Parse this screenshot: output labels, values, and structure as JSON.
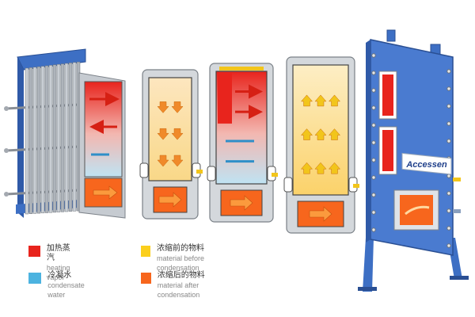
{
  "brand": {
    "logo_text": "Accessen"
  },
  "colors": {
    "heating_vapor": "#e8241d",
    "condensate_water": "#4cb3e0",
    "material_before": "#fbcf1d",
    "material_after": "#f7661d",
    "frame_blue": "#3d6fc4",
    "plate_gray": "#b9bec4"
  },
  "legend": {
    "items": [
      {
        "zh": "加热蒸汽",
        "en": "heating vapor",
        "color": "#e8241d"
      },
      {
        "zh": "浓缩前的物料",
        "en": "material before condensation",
        "color": "#fbcf1d"
      },
      {
        "zh": "冷凝水",
        "en": "condensate water",
        "color": "#4cb3e0"
      },
      {
        "zh": "浓缩后的物料",
        "en": "material after condensation",
        "color": "#f7661d"
      }
    ]
  },
  "icons": [
    "arrow-icon",
    "bolt-icon",
    "nozzle-icon"
  ]
}
